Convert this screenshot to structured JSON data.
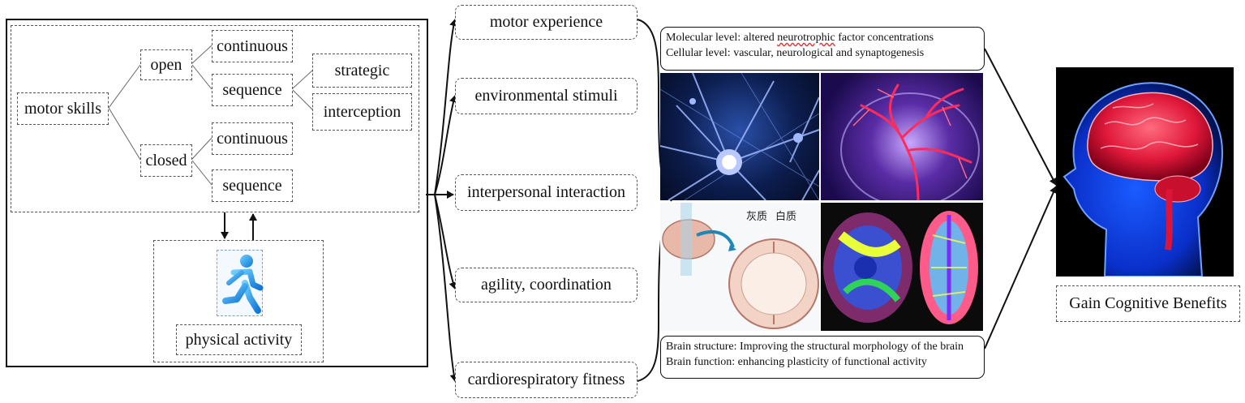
{
  "skills": {
    "root": "motor skills",
    "open": "open",
    "closed": "closed",
    "open_continuous": "continuous",
    "open_sequence": "sequence",
    "strategic": "strategic",
    "interception": "interception",
    "closed_continuous": "continuous",
    "closed_sequence": "sequence"
  },
  "activity": {
    "label": "physical activity",
    "icon": "running-person-icon"
  },
  "factors": [
    "motor experience",
    "environmental stimuli",
    "interpersonal interaction",
    "agility, coordination",
    "cardiorespiratory fitness"
  ],
  "levels": {
    "molecular_prefix": "Molecular level: altered ",
    "molecular_underlined": "neurotrophic",
    "molecular_suffix": " factor concentrations",
    "cellular": "Cellular level: vascular, neurological and synaptogenesis"
  },
  "brain": {
    "structure": "Brain structure: Improving the structural morphology of the brain",
    "function": "Brain function: enhancing plasticity of functional activity"
  },
  "images": {
    "gray_matter_label": "灰质",
    "white_matter_label": "白质"
  },
  "outcome": "Gain Cognitive Benefits",
  "colors": {
    "neuron_blue": "#1a3b8f",
    "vessel_red": "#e0183a",
    "head_blue": "#0a3cff"
  }
}
